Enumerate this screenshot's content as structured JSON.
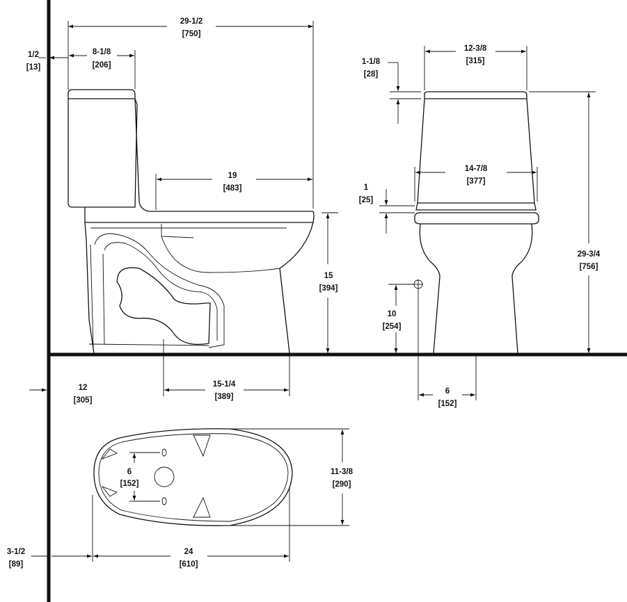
{
  "dimensions": {
    "overall_length": {
      "inch": "29-1/2",
      "mm": "[750]"
    },
    "wall_gap": {
      "inch": "1/2",
      "mm": "[13]"
    },
    "tank_depth": {
      "inch": "8-1/8",
      "mm": "[206]"
    },
    "bowl_length": {
      "inch": "19",
      "mm": "[483]"
    },
    "seat_height": {
      "inch": "15",
      "mm": "[394]"
    },
    "front_to_outlet": {
      "inch": "15-1/4",
      "mm": "[389]"
    },
    "rough_in": {
      "inch": "12",
      "mm": "[305]"
    },
    "lid_thickness": {
      "inch": "1-1/8",
      "mm": "[28]"
    },
    "tank_width": {
      "inch": "12-3/8",
      "mm": "[315]"
    },
    "bowl_width": {
      "inch": "14-7/8",
      "mm": "[377]"
    },
    "rim_thickness": {
      "inch": "1",
      "mm": "[25]"
    },
    "overall_height": {
      "inch": "29-3/4",
      "mm": "[756]"
    },
    "supply_height": {
      "inch": "10",
      "mm": "[254]"
    },
    "supply_offset": {
      "inch": "6",
      "mm": "[152]"
    },
    "bolt_spacing": {
      "inch": "6",
      "mm": "[152]"
    },
    "footprint_width": {
      "inch": "11-3/8",
      "mm": "[290]"
    },
    "footprint_length": {
      "inch": "24",
      "mm": "[610]"
    },
    "wall_to_base": {
      "inch": "3-1/2",
      "mm": "[89]"
    }
  }
}
